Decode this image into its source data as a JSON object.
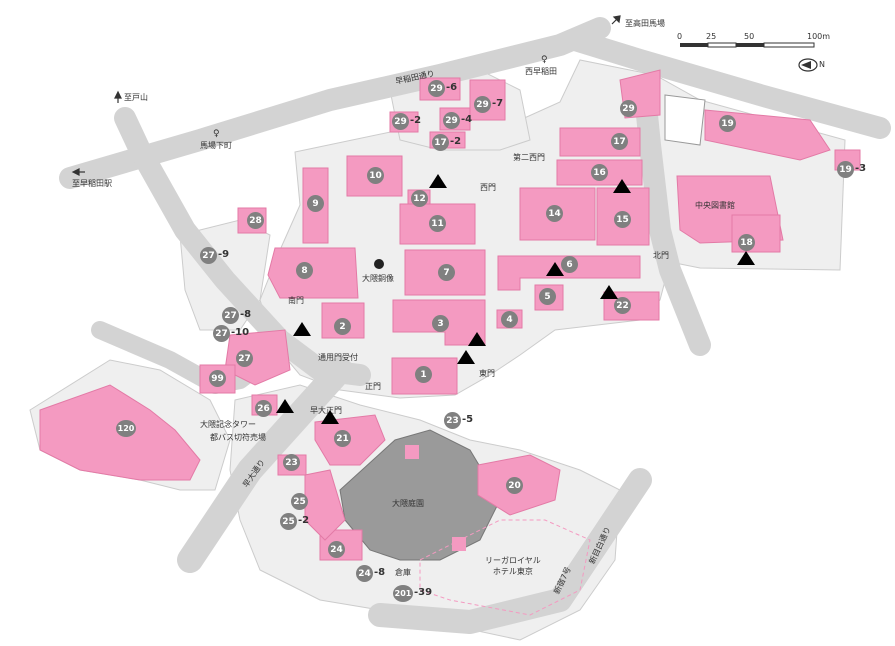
{
  "map": {
    "colors": {
      "building": "#f49ac1",
      "building_edge": "#e37aa6",
      "ground": "#eeeeee",
      "road": "#cfcfcf",
      "garden": "#9a9a9a",
      "badge": "#808080"
    },
    "buildings": [
      {
        "num": "1",
        "suffix": ""
      },
      {
        "num": "2",
        "suffix": ""
      },
      {
        "num": "3",
        "suffix": ""
      },
      {
        "num": "4",
        "suffix": ""
      },
      {
        "num": "5",
        "suffix": ""
      },
      {
        "num": "6",
        "suffix": ""
      },
      {
        "num": "7",
        "suffix": ""
      },
      {
        "num": "8",
        "suffix": ""
      },
      {
        "num": "9",
        "suffix": ""
      },
      {
        "num": "10",
        "suffix": ""
      },
      {
        "num": "11",
        "suffix": ""
      },
      {
        "num": "12",
        "suffix": ""
      },
      {
        "num": "14",
        "suffix": ""
      },
      {
        "num": "15",
        "suffix": ""
      },
      {
        "num": "16",
        "suffix": ""
      },
      {
        "num": "17",
        "suffix": ""
      },
      {
        "num": "18",
        "suffix": ""
      },
      {
        "num": "19",
        "suffix": ""
      },
      {
        "num": "20",
        "suffix": ""
      },
      {
        "num": "21",
        "suffix": ""
      },
      {
        "num": "22",
        "suffix": ""
      },
      {
        "num": "23",
        "suffix": ""
      },
      {
        "num": "24",
        "suffix": ""
      },
      {
        "num": "25",
        "suffix": ""
      },
      {
        "num": "26",
        "suffix": ""
      },
      {
        "num": "27",
        "suffix": ""
      },
      {
        "num": "28",
        "suffix": ""
      },
      {
        "num": "29",
        "suffix": ""
      },
      {
        "num": "99",
        "suffix": ""
      },
      {
        "num": "120",
        "suffix": ""
      },
      {
        "num": "29",
        "suffix": "-6"
      },
      {
        "num": "29",
        "suffix": "-7"
      },
      {
        "num": "29",
        "suffix": "-2"
      },
      {
        "num": "29",
        "suffix": "-4"
      },
      {
        "num": "17",
        "suffix": "-2"
      },
      {
        "num": "19",
        "suffix": "-3"
      },
      {
        "num": "27",
        "suffix": "-9"
      },
      {
        "num": "27",
        "suffix": "-8"
      },
      {
        "num": "27",
        "suffix": "-10"
      },
      {
        "num": "23",
        "suffix": "-5"
      },
      {
        "num": "25",
        "suffix": "-2"
      },
      {
        "num": "24",
        "suffix": "-8"
      },
      {
        "num": "201",
        "suffix": "-39"
      }
    ],
    "labels": {
      "to_baba": "至高田馬場",
      "to_toyama": "至戸山",
      "to_waseda_stn": "至早稲田駅",
      "waseda_dori": "早稲田通り",
      "nishi_waseda": "西早稲田",
      "babashitacho": "馬場下町",
      "dai2_nishimon": "第二西門",
      "nishimon": "西門",
      "kitamon": "北門",
      "statue": "大隈銅像",
      "nanmon": "南門",
      "chuo_library": "中央図書館",
      "tsuyomon": "通用門受付",
      "seimon": "正門",
      "higashimon": "東門",
      "okuma_tower": "大隈記念タワー",
      "toei_bus": "都バス切符売場",
      "okuma_garden": "大隈庭園",
      "rihga": "リーガロイヤル\nホテル東京",
      "new_mejiro": "新目白通り",
      "shinjuku_7": "新宿7号",
      "warehouse": "倉庫",
      "waseda_bus": "早大正門",
      "soudai_dori": "早大通り"
    },
    "scale": {
      "ticks": [
        "0",
        "25",
        "50",
        "100m"
      ]
    },
    "north_symbol": "N"
  }
}
